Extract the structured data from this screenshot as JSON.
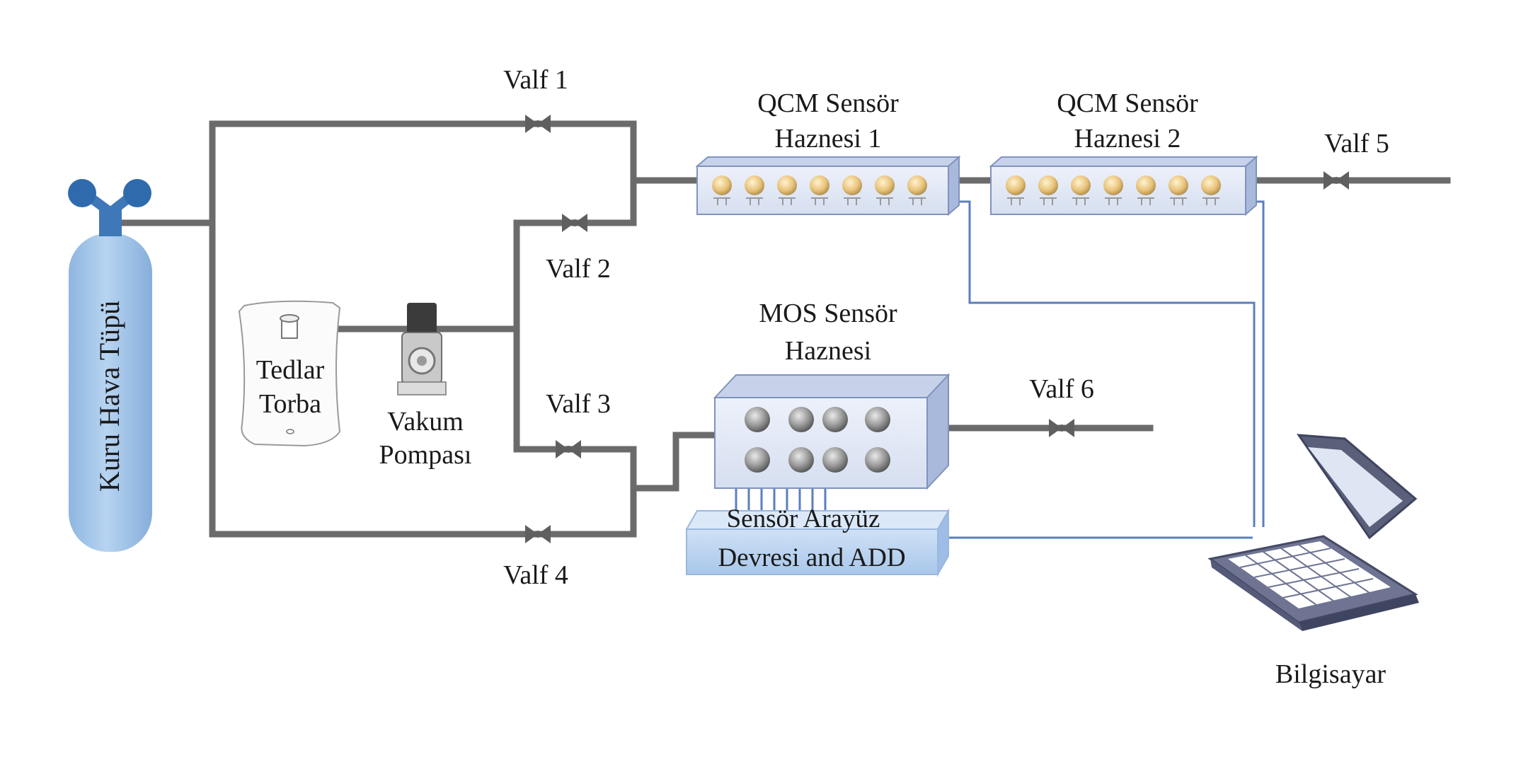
{
  "tank": {
    "label": "Kuru Hava Tüpü",
    "color": "#9ec3ea"
  },
  "bag": {
    "label_line1": "Tedlar",
    "label_line2": "Torba"
  },
  "pump": {
    "label_line1": "Vakum",
    "label_line2": "Pompası"
  },
  "valves": {
    "v1": "Valf 1",
    "v2": "Valf 2",
    "v3": "Valf 3",
    "v4": "Valf 4",
    "v5": "Valf 5",
    "v6": "Valf 6"
  },
  "qcm1": {
    "line1": "QCM Sensör",
    "line2": "Haznesi 1"
  },
  "qcm2": {
    "line1": "QCM Sensör",
    "line2": "Haznesi 2"
  },
  "mos": {
    "line1": "MOS Sensör",
    "line2": "Haznesi"
  },
  "interface": {
    "line1": "Sensör Arayüz",
    "line2": "Devresi and ADD"
  },
  "computer": {
    "label": "Bilgisayar"
  },
  "colors": {
    "pipe": "#6b6b6b",
    "wire": "#5b7fbf",
    "box": "#dfe6f4",
    "box_edge": "#7f93bd"
  }
}
